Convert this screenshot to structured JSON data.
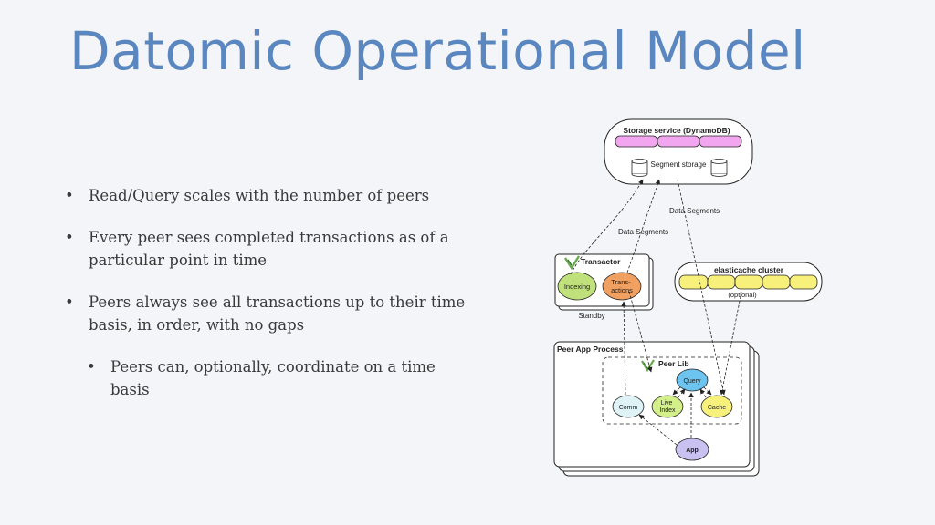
{
  "slide": {
    "title": "Datomic Operational Model",
    "bullets": [
      "Read/Query scales with the number of peers",
      "Every peer sees completed transactions as of a particular point in time",
      "Peers always see all transactions up to their time basis, in order, with no gaps"
    ],
    "sub_bullets": [
      "Peers can, optionally, coordinate on a time basis"
    ]
  },
  "diagram": {
    "storage": {
      "title": "Storage service (DynamoDB)",
      "segment_label": "Segment storage"
    },
    "edges": {
      "data_segments_1": "Data Segments",
      "data_segments_2": "Data Segments"
    },
    "transactor": {
      "title": "Transactor",
      "indexing": "Indexing",
      "transactions": "Trans-\nactions",
      "standby": "Standby"
    },
    "cache_cluster": {
      "title": "elasticache cluster",
      "optional": "(optional)"
    },
    "peer_process": {
      "title": "Peer App Process",
      "peer_lib": "Peer Lib",
      "query": "Query",
      "comm": "Comm",
      "live_index": "Live\nIndex",
      "cache": "Cache",
      "app": "App"
    },
    "colors": {
      "storage_segment": "#f3a6f0",
      "indexing": "#bfe07a",
      "transactions": "#f0a060",
      "cache_node": "#f7f07a",
      "query": "#6cc4ef",
      "comm": "#dff3f7",
      "live_index": "#d3f08a",
      "cache": "#f7f07a",
      "app": "#c9c2f0",
      "logo": "#6aa84f"
    }
  }
}
